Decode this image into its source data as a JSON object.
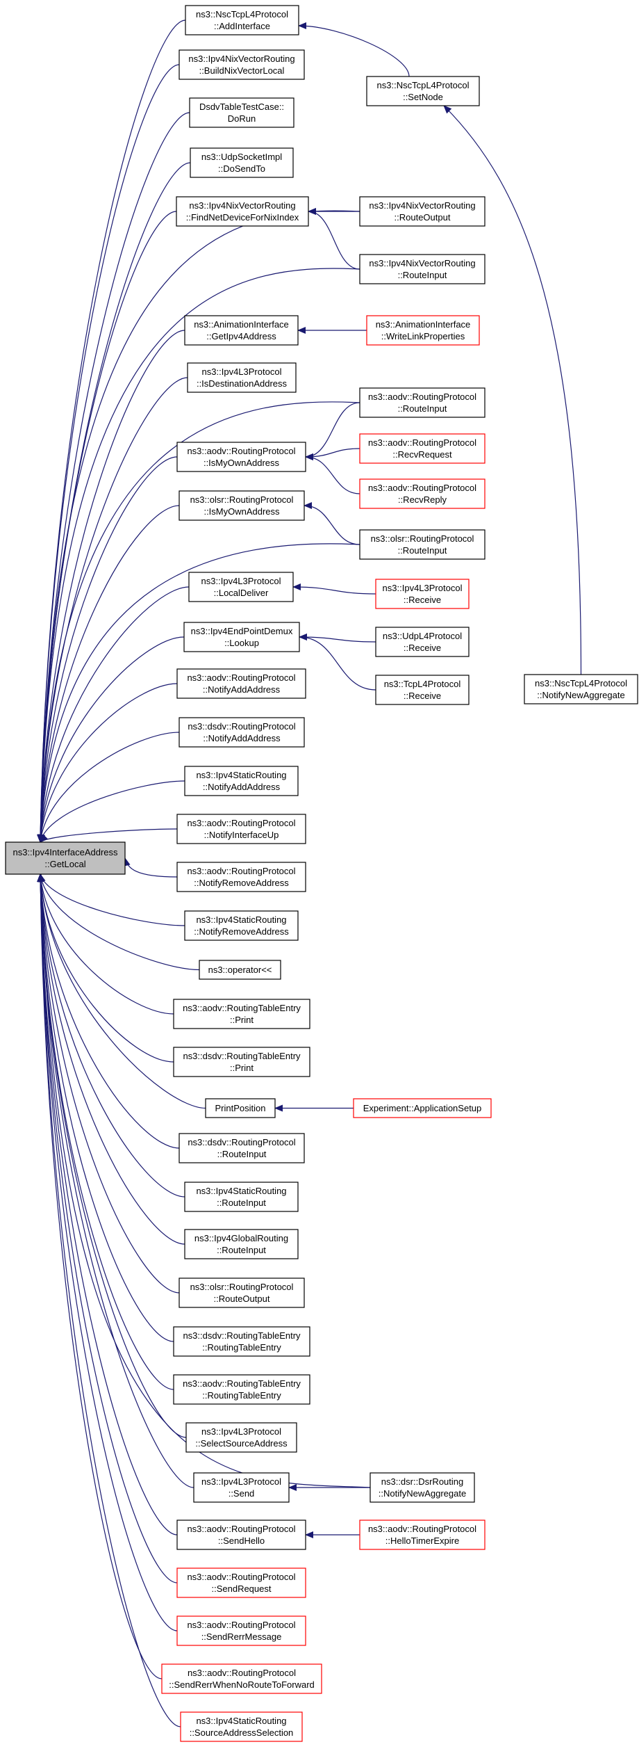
{
  "colors": {
    "edge": "#191970",
    "border_normal": "#000000",
    "border_truncated": "#ff0000",
    "root_fill": "#bfbfbf",
    "node_fill": "#ffffff"
  },
  "nodes": [
    {
      "id": "root",
      "lines": [
        "ns3::Ipv4InterfaceAddress",
        "::GetLocal"
      ],
      "kind": "root"
    },
    {
      "id": "n1",
      "lines": [
        "ns3::NscTcpL4Protocol",
        "::AddInterface"
      ],
      "kind": "normal"
    },
    {
      "id": "n2",
      "lines": [
        "ns3::Ipv4NixVectorRouting",
        "::BuildNixVectorLocal"
      ],
      "kind": "normal"
    },
    {
      "id": "n3",
      "lines": [
        "DsdvTableTestCase::",
        "DoRun"
      ],
      "kind": "normal"
    },
    {
      "id": "n4",
      "lines": [
        "ns3::UdpSocketImpl",
        "::DoSendTo"
      ],
      "kind": "normal"
    },
    {
      "id": "n5",
      "lines": [
        "ns3::Ipv4NixVectorRouting",
        "::FindNetDeviceForNixIndex"
      ],
      "kind": "normal"
    },
    {
      "id": "n6",
      "lines": [
        "ns3::AnimationInterface",
        "::GetIpv4Address"
      ],
      "kind": "normal"
    },
    {
      "id": "n7",
      "lines": [
        "ns3::Ipv4L3Protocol",
        "::IsDestinationAddress"
      ],
      "kind": "normal"
    },
    {
      "id": "n8",
      "lines": [
        "ns3::aodv::RoutingProtocol",
        "::IsMyOwnAddress"
      ],
      "kind": "normal"
    },
    {
      "id": "n9",
      "lines": [
        "ns3::olsr::RoutingProtocol",
        "::IsMyOwnAddress"
      ],
      "kind": "normal"
    },
    {
      "id": "n10",
      "lines": [
        "ns3::Ipv4L3Protocol",
        "::LocalDeliver"
      ],
      "kind": "normal"
    },
    {
      "id": "n11",
      "lines": [
        "ns3::Ipv4EndPointDemux",
        "::Lookup"
      ],
      "kind": "normal"
    },
    {
      "id": "n12",
      "lines": [
        "ns3::aodv::RoutingProtocol",
        "::NotifyAddAddress"
      ],
      "kind": "normal"
    },
    {
      "id": "n13",
      "lines": [
        "ns3::dsdv::RoutingProtocol",
        "::NotifyAddAddress"
      ],
      "kind": "normal"
    },
    {
      "id": "n14",
      "lines": [
        "ns3::Ipv4StaticRouting",
        "::NotifyAddAddress"
      ],
      "kind": "normal"
    },
    {
      "id": "n15",
      "lines": [
        "ns3::aodv::RoutingProtocol",
        "::NotifyInterfaceUp"
      ],
      "kind": "normal"
    },
    {
      "id": "n16",
      "lines": [
        "ns3::aodv::RoutingProtocol",
        "::NotifyRemoveAddress"
      ],
      "kind": "normal"
    },
    {
      "id": "n17",
      "lines": [
        "ns3::Ipv4StaticRouting",
        "::NotifyRemoveAddress"
      ],
      "kind": "normal"
    },
    {
      "id": "n18",
      "lines": [
        "ns3::operator<<"
      ],
      "kind": "normal"
    },
    {
      "id": "n19",
      "lines": [
        "ns3::aodv::RoutingTableEntry",
        "::Print"
      ],
      "kind": "normal"
    },
    {
      "id": "n20",
      "lines": [
        "ns3::dsdv::RoutingTableEntry",
        "::Print"
      ],
      "kind": "normal"
    },
    {
      "id": "n21",
      "lines": [
        "PrintPosition"
      ],
      "kind": "normal"
    },
    {
      "id": "n22",
      "lines": [
        "ns3::dsdv::RoutingProtocol",
        "::RouteInput"
      ],
      "kind": "normal"
    },
    {
      "id": "n23",
      "lines": [
        "ns3::Ipv4StaticRouting",
        "::RouteInput"
      ],
      "kind": "normal"
    },
    {
      "id": "n24",
      "lines": [
        "ns3::Ipv4GlobalRouting",
        "::RouteInput"
      ],
      "kind": "normal"
    },
    {
      "id": "n25",
      "lines": [
        "ns3::olsr::RoutingProtocol",
        "::RouteOutput"
      ],
      "kind": "normal"
    },
    {
      "id": "n26",
      "lines": [
        "ns3::dsdv::RoutingTableEntry",
        "::RoutingTableEntry"
      ],
      "kind": "normal"
    },
    {
      "id": "n27",
      "lines": [
        "ns3::aodv::RoutingTableEntry",
        "::RoutingTableEntry"
      ],
      "kind": "normal"
    },
    {
      "id": "n28",
      "lines": [
        "ns3::Ipv4L3Protocol",
        "::SelectSourceAddress"
      ],
      "kind": "normal"
    },
    {
      "id": "n29",
      "lines": [
        "ns3::Ipv4L3Protocol",
        "::Send"
      ],
      "kind": "normal"
    },
    {
      "id": "n30",
      "lines": [
        "ns3::aodv::RoutingProtocol",
        "::SendHello"
      ],
      "kind": "normal"
    },
    {
      "id": "n31",
      "lines": [
        "ns3::aodv::RoutingProtocol",
        "::SendRequest"
      ],
      "kind": "truncated"
    },
    {
      "id": "n32",
      "lines": [
        "ns3::aodv::RoutingProtocol",
        "::SendRerrMessage"
      ],
      "kind": "truncated"
    },
    {
      "id": "n33",
      "lines": [
        "ns3::aodv::RoutingProtocol",
        "::SendRerrWhenNoRouteToForward"
      ],
      "kind": "truncated"
    },
    {
      "id": "n34",
      "lines": [
        "ns3::Ipv4StaticRouting",
        "::SourceAddressSelection"
      ],
      "kind": "truncated"
    },
    {
      "id": "c1",
      "lines": [
        "ns3::NscTcpL4Protocol",
        "::SetNode"
      ],
      "kind": "normal"
    },
    {
      "id": "c2",
      "lines": [
        "ns3::Ipv4NixVectorRouting",
        "::RouteOutput"
      ],
      "kind": "normal"
    },
    {
      "id": "c3",
      "lines": [
        "ns3::Ipv4NixVectorRouting",
        "::RouteInput"
      ],
      "kind": "normal"
    },
    {
      "id": "c4",
      "lines": [
        "ns3::AnimationInterface",
        "::WriteLinkProperties"
      ],
      "kind": "truncated"
    },
    {
      "id": "c5",
      "lines": [
        "ns3::aodv::RoutingProtocol",
        "::RouteInput"
      ],
      "kind": "normal"
    },
    {
      "id": "c6",
      "lines": [
        "ns3::aodv::RoutingProtocol",
        "::RecvRequest"
      ],
      "kind": "truncated"
    },
    {
      "id": "c7",
      "lines": [
        "ns3::aodv::RoutingProtocol",
        "::RecvReply"
      ],
      "kind": "truncated"
    },
    {
      "id": "c8",
      "lines": [
        "ns3::olsr::RoutingProtocol",
        "::RouteInput"
      ],
      "kind": "normal"
    },
    {
      "id": "c9",
      "lines": [
        "ns3::Ipv4L3Protocol",
        "::Receive"
      ],
      "kind": "truncated"
    },
    {
      "id": "c10",
      "lines": [
        "ns3::UdpL4Protocol",
        "::Receive"
      ],
      "kind": "normal"
    },
    {
      "id": "c11",
      "lines": [
        "ns3::TcpL4Protocol",
        "::Receive"
      ],
      "kind": "normal"
    },
    {
      "id": "c12",
      "lines": [
        "Experiment::ApplicationSetup"
      ],
      "kind": "truncated"
    },
    {
      "id": "c13",
      "lines": [
        "ns3::dsr::DsrRouting",
        "::NotifyNewAggregate"
      ],
      "kind": "normal"
    },
    {
      "id": "c14",
      "lines": [
        "ns3::aodv::RoutingProtocol",
        "::HelloTimerExpire"
      ],
      "kind": "truncated"
    },
    {
      "id": "d1",
      "lines": [
        "ns3::NscTcpL4Protocol",
        "::NotifyNewAggregate"
      ],
      "kind": "normal"
    }
  ]
}
